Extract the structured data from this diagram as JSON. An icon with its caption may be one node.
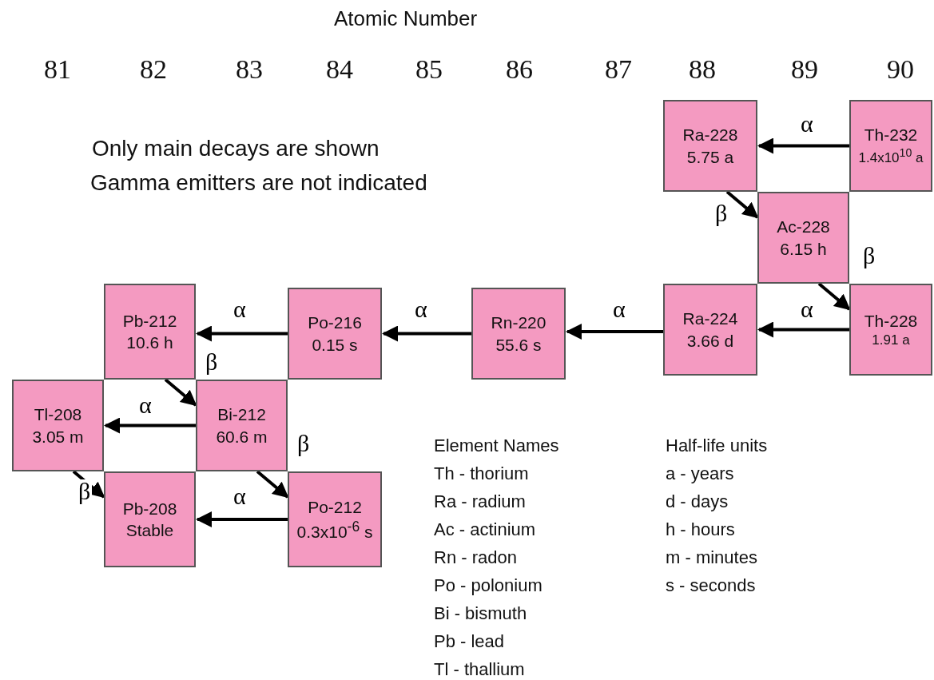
{
  "diagram": {
    "nodes": [
      {
        "text": [
          "Ra-228",
          "5.75 a"
        ]
      },
      {
        "text": [
          "Th-232",
          "1.4x10$^{10}$ a"
        ]
      },
      {
        "text": [
          "Ac-228",
          "6.15 h"
        ]
      },
      {
        "text": [
          "Pb-212",
          "10.6 h"
        ]
      },
      {
        "text": [
          "Po-216",
          "0.15 s"
        ]
      },
      {
        "text": [
          "Rn-220",
          "55.6 s"
        ]
      },
      {
        "text": [
          "Ra-224",
          "3.66 d"
        ]
      },
      {
        "text": [
          "Th-228",
          "1.91 a"
        ]
      },
      {
        "text": [
          "Tl-208",
          "3.05 m"
        ]
      },
      {
        "text": [
          "Bi-212",
          "60.6 m"
        ]
      },
      {
        "text": [
          "Pb-208",
          "Stable"
        ]
      },
      {
        "text": [
          "Po-212",
          "0.3x10$^{-6}$ s"
        ]
      }
    ],
    "edges": [
      {
        "from": 1,
        "to": 0,
        "arrow": "to",
        "label": "α"
      },
      {
        "from": 0,
        "to": 2,
        "arrow": "to",
        "label": "β"
      },
      {
        "from": 2,
        "to": 7,
        "arrow": "to",
        "label": "β"
      },
      {
        "from": 7,
        "to": 6,
        "arrow": "to",
        "label": "α"
      },
      {
        "from": 6,
        "to": 5,
        "arrow": "to",
        "label": "α"
      },
      {
        "from": 5,
        "to": 4,
        "arrow": "to",
        "label": "α"
      },
      {
        "from": 4,
        "to": 3,
        "arrow": "to",
        "label": "α"
      },
      {
        "from": 3,
        "to": 9,
        "arrow": "to",
        "label": "β"
      },
      {
        "from": 9,
        "to": 8,
        "arrow": "to",
        "label": "α"
      },
      {
        "from": 9,
        "to": 11,
        "arrow": "to",
        "label": "β"
      },
      {
        "from": 8,
        "to": 10,
        "arrow": "to",
        "label": "β"
      },
      {
        "from": 11,
        "to": 10,
        "arrow": "to",
        "label": "α"
      }
    ],
    "labels": [
      "Atomic Number",
      "81",
      "82",
      "83",
      "84",
      "85",
      "86",
      "87",
      "88",
      "89",
      "90",
      "Only main decays are shown",
      "Gamma emitters are not indicated",
      "Element Names",
      "Th - thorium",
      "Ra - radium",
      "Ac - actinium",
      "Rn - radon",
      "Po - polonium",
      "Bi - bismuth",
      "Pb - lead",
      "Tl - thallium",
      "Half-life units",
      "a - years",
      "d - days",
      "h - hours",
      "m - minutes",
      "s - seconds"
    ]
  }
}
